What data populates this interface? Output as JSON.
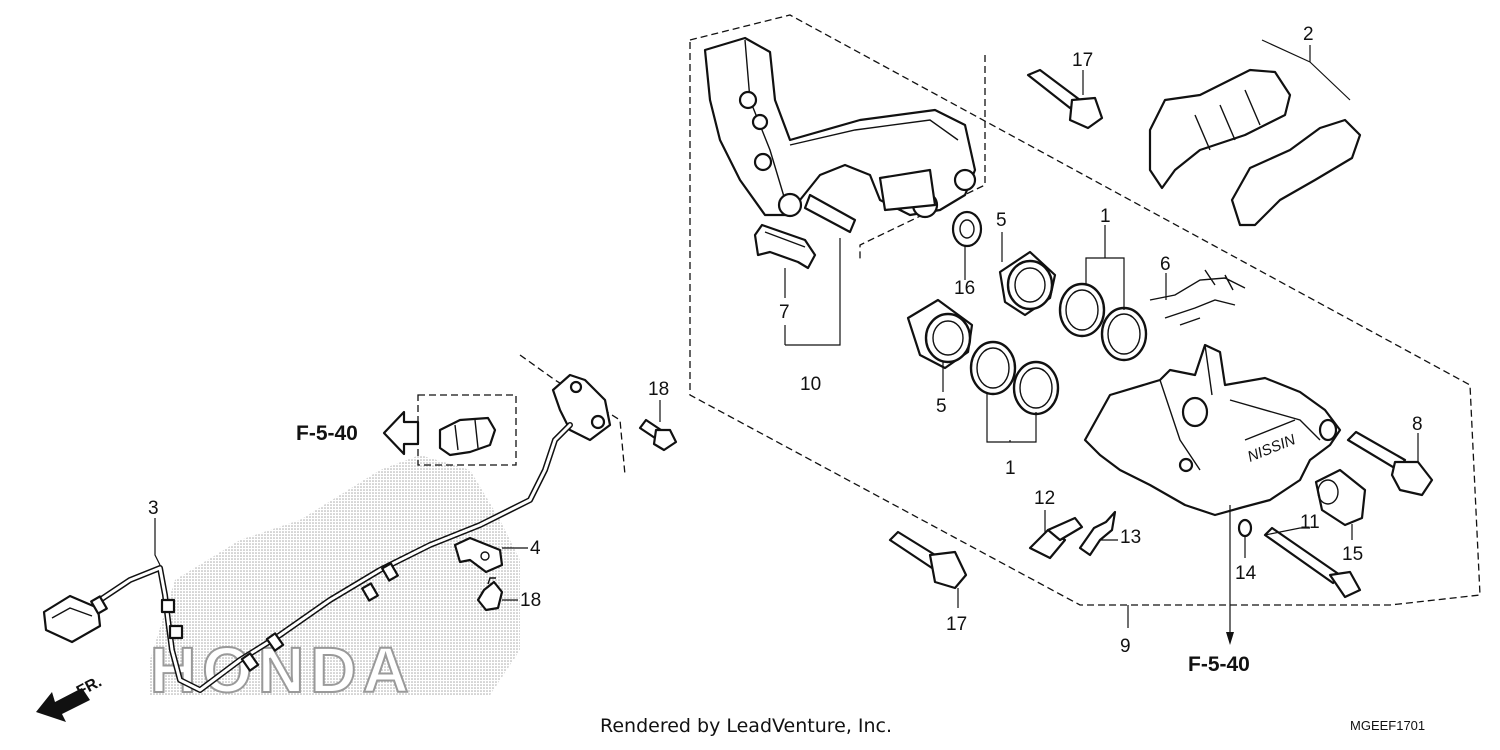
{
  "callouts": {
    "c1a": "1",
    "c1b": "1",
    "c2": "2",
    "c3": "3",
    "c4": "4",
    "c5a": "5",
    "c5b": "5",
    "c6": "6",
    "c7": "7",
    "c8": "8",
    "c9": "9",
    "c10": "10",
    "c11": "11",
    "c12": "12",
    "c13": "13",
    "c14": "14",
    "c15": "15",
    "c16": "16",
    "c17a": "17",
    "c17b": "17",
    "c18a": "18",
    "c18b": "18"
  },
  "references": {
    "left": "F-5-40",
    "bottom": "F-5-40"
  },
  "direction_label": "FR.",
  "watermark": "HONDA",
  "caliper_logo": "NISSIN",
  "footer": {
    "rendered_by": "Rendered by LeadVenture, Inc.",
    "diagram_code": "MGEEF1701"
  }
}
